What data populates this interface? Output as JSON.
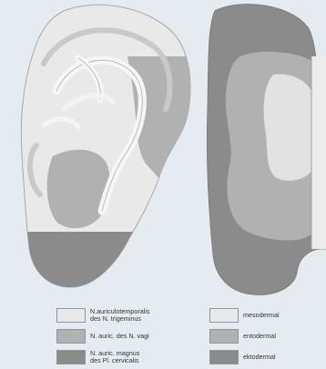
{
  "colors": {
    "background": "#e6ebf1",
    "light": "#e9e9e9",
    "medium": "#b1b1b1",
    "dark": "#8b8b8b"
  },
  "legend_innervation": [
    {
      "label": "N.auriculotemporalis\ndes N. trigeminus",
      "color": "#e9e9e9"
    },
    {
      "label": "N. auric. des N. vagi",
      "color": "#b1b1b1"
    },
    {
      "label": "N. auric. magnus\ndes Pl. cervicalis",
      "color": "#8b8b8b"
    }
  ],
  "legend_germ_layer": [
    {
      "label": "mesodermal",
      "color": "#e9e9e9"
    },
    {
      "label": "entodermal",
      "color": "#b1b1b1"
    },
    {
      "label": "ektodermal",
      "color": "#8b8b8b"
    }
  ]
}
